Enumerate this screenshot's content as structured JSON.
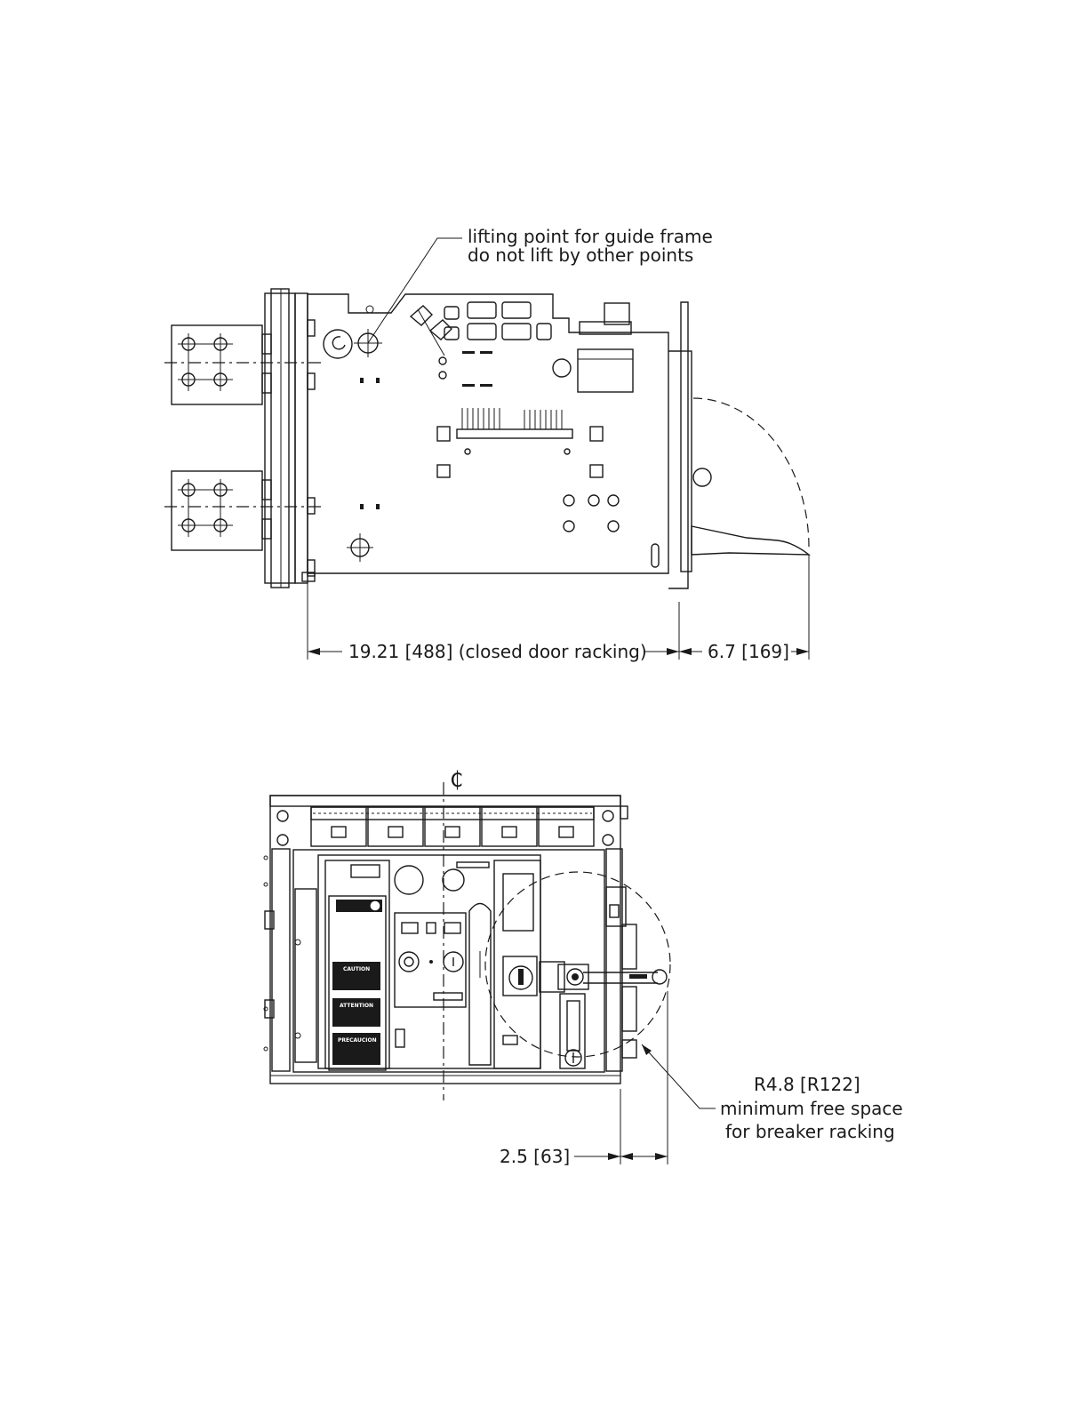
{
  "side_view": {
    "lifting_note_line1": "lifting point for guide frame",
    "lifting_note_line2": "do not lift by other points",
    "dim_depth": "19.21 [488] (closed door racking)",
    "dim_handle": "6.7 [169]"
  },
  "front_view": {
    "centerline_symbol": "₵",
    "radius_label": "R4.8 [R122]",
    "clearance_line1": "minimum free space",
    "clearance_line2": "for breaker racking",
    "dim_offset": "2.5 [63]",
    "labels": {
      "caution": "CAUTION",
      "attention": "ATTENTION",
      "precaucion": "PRECAUCION"
    }
  }
}
